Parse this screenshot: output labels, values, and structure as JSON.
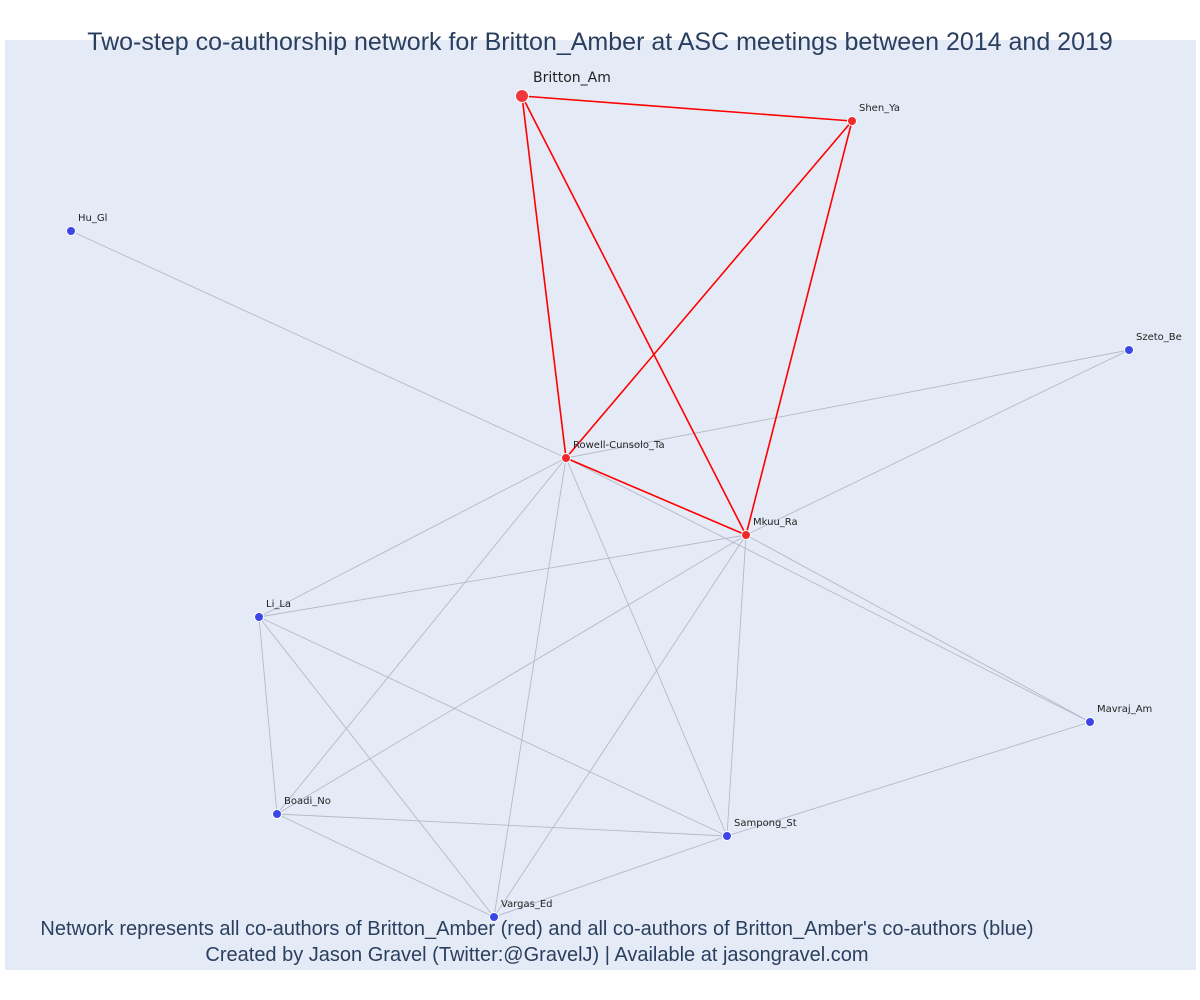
{
  "title": "Two-step co-authorship network for Britton_Amber at ASC meetings between 2014 and 2019",
  "footer": {
    "line1": "Network represents all co-authors of Britton_Amber (red) and all co-authors of Britton_Amber's co-authors (blue)",
    "line2": "Created by Jason Gravel (Twitter:@GravelJ) | Available at jasongravel.com"
  },
  "colors": {
    "background": "#e5ebf6",
    "ego_edge": "#ff0000",
    "other_edge": "#b4b8c8",
    "ego_node": "#f0383c",
    "coauthor_node": "#ee2a2a",
    "second_step_node": "#3c46e6",
    "text": "#2a3f5f"
  },
  "network": {
    "nodes": [
      {
        "id": "Britton_Am",
        "group": "ego"
      },
      {
        "id": "Shen_Ya",
        "group": "coauthor"
      },
      {
        "id": "Rowell-Cunsolo_Ta",
        "group": "coauthor"
      },
      {
        "id": "Mkuu_Ra",
        "group": "coauthor"
      },
      {
        "id": "Hu_Gl",
        "group": "second"
      },
      {
        "id": "Szeto_Be",
        "group": "second"
      },
      {
        "id": "Li_La",
        "group": "second"
      },
      {
        "id": "Mavraj_Am",
        "group": "second"
      },
      {
        "id": "Boadi_No",
        "group": "second"
      },
      {
        "id": "Sampong_St",
        "group": "second"
      },
      {
        "id": "Vargas_Ed",
        "group": "second"
      }
    ],
    "edges": [
      {
        "source": "Britton_Am",
        "target": "Shen_Ya",
        "type": "ego"
      },
      {
        "source": "Britton_Am",
        "target": "Rowell-Cunsolo_Ta",
        "type": "ego"
      },
      {
        "source": "Britton_Am",
        "target": "Mkuu_Ra",
        "type": "ego"
      },
      {
        "source": "Shen_Ya",
        "target": "Rowell-Cunsolo_Ta",
        "type": "ego"
      },
      {
        "source": "Shen_Ya",
        "target": "Mkuu_Ra",
        "type": "ego"
      },
      {
        "source": "Rowell-Cunsolo_Ta",
        "target": "Mkuu_Ra",
        "type": "ego"
      },
      {
        "source": "Hu_Gl",
        "target": "Rowell-Cunsolo_Ta",
        "type": "other"
      },
      {
        "source": "Szeto_Be",
        "target": "Rowell-Cunsolo_Ta",
        "type": "other"
      },
      {
        "source": "Szeto_Be",
        "target": "Mkuu_Ra",
        "type": "other"
      },
      {
        "source": "Rowell-Cunsolo_Ta",
        "target": "Li_La",
        "type": "other"
      },
      {
        "source": "Rowell-Cunsolo_Ta",
        "target": "Boadi_No",
        "type": "other"
      },
      {
        "source": "Rowell-Cunsolo_Ta",
        "target": "Vargas_Ed",
        "type": "other"
      },
      {
        "source": "Rowell-Cunsolo_Ta",
        "target": "Sampong_St",
        "type": "other"
      },
      {
        "source": "Rowell-Cunsolo_Ta",
        "target": "Mavraj_Am",
        "type": "other"
      },
      {
        "source": "Mkuu_Ra",
        "target": "Li_La",
        "type": "other"
      },
      {
        "source": "Mkuu_Ra",
        "target": "Boadi_No",
        "type": "other"
      },
      {
        "source": "Mkuu_Ra",
        "target": "Vargas_Ed",
        "type": "other"
      },
      {
        "source": "Mkuu_Ra",
        "target": "Sampong_St",
        "type": "other"
      },
      {
        "source": "Mkuu_Ra",
        "target": "Mavraj_Am",
        "type": "other"
      },
      {
        "source": "Li_La",
        "target": "Boadi_No",
        "type": "other"
      },
      {
        "source": "Li_La",
        "target": "Vargas_Ed",
        "type": "other"
      },
      {
        "source": "Li_La",
        "target": "Sampong_St",
        "type": "other"
      },
      {
        "source": "Boadi_No",
        "target": "Sampong_St",
        "type": "other"
      },
      {
        "source": "Boadi_No",
        "target": "Vargas_Ed",
        "type": "other"
      },
      {
        "source": "Vargas_Ed",
        "target": "Sampong_St",
        "type": "other"
      },
      {
        "source": "Sampong_St",
        "target": "Mavraj_Am",
        "type": "other"
      }
    ]
  }
}
